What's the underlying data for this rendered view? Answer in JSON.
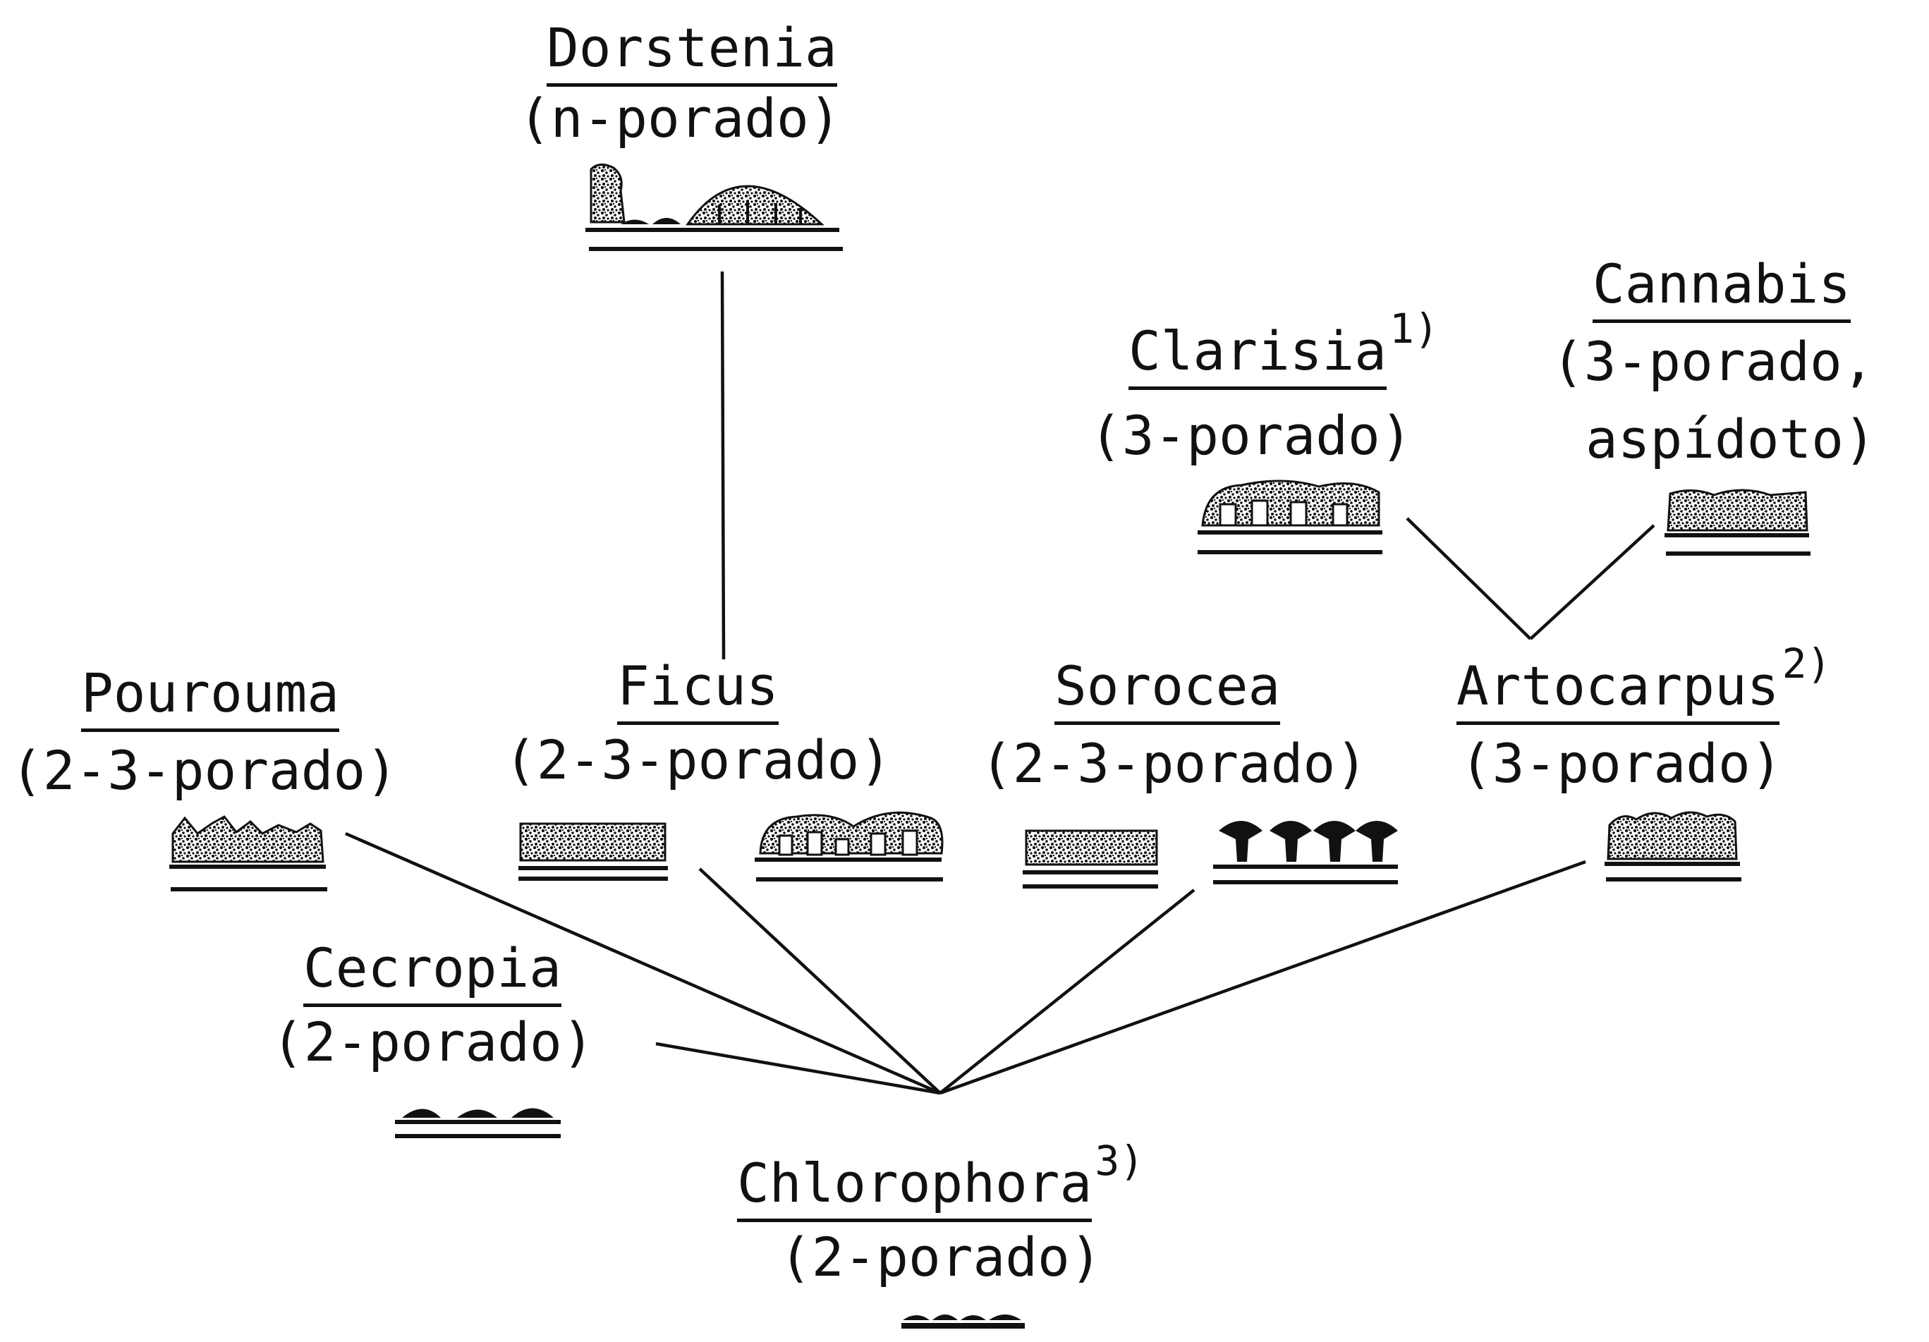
{
  "colors": {
    "ink": "#111111",
    "background": "#ffffff"
  },
  "nodes": {
    "dorstenia": {
      "name": "Dorstenia",
      "type": "(n-porado)"
    },
    "clarisia": {
      "name": "Clarisia",
      "note": "1)",
      "type": "(3-porado)"
    },
    "cannabis": {
      "name": "Cannabis",
      "type_line1": "(3-porado,",
      "type_line2": "aspídoto)"
    },
    "pourouma": {
      "name": "Pourouma",
      "type": "(2-3-porado)"
    },
    "ficus": {
      "name": "Ficus",
      "type": "(2-3-porado)"
    },
    "sorocea": {
      "name": "Sorocea",
      "type": "(2-3-porado)"
    },
    "artocarpus": {
      "name": "Artocarpus",
      "note": "2)",
      "type": "(3-porado)"
    },
    "cecropia": {
      "name": "Cecropia",
      "type": "(2-porado)"
    },
    "chlorophora": {
      "name": "Chlorophora",
      "note": "3)",
      "type": "(2-porado)"
    }
  },
  "edges": [
    [
      "dorstenia",
      "ficus"
    ],
    [
      "clarisia",
      "artocarpus"
    ],
    [
      "cannabis",
      "artocarpus"
    ],
    [
      "pourouma",
      "chlorophora"
    ],
    [
      "ficus",
      "chlorophora"
    ],
    [
      "sorocea",
      "chlorophora"
    ],
    [
      "artocarpus",
      "chlorophora"
    ],
    [
      "cecropia",
      "chlorophora"
    ]
  ]
}
